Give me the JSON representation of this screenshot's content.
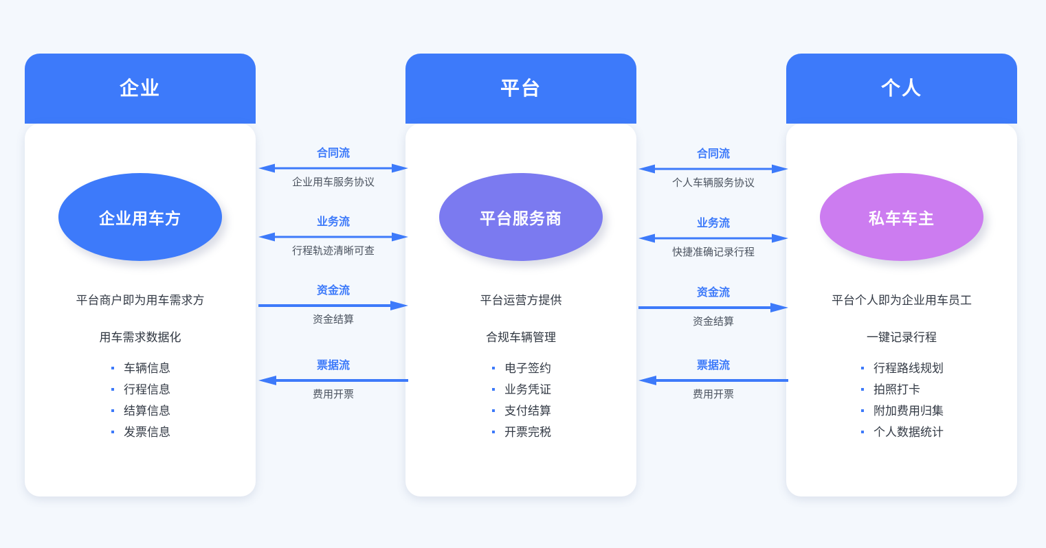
{
  "theme": {
    "background": "#f4f8fd",
    "brand_blue": "#3d7afa",
    "ellipse_enterprise": "#3d7afa",
    "ellipse_platform": "#7b7af0",
    "ellipse_individual": "#cc7cf0",
    "card_white": "#ffffff",
    "bullet_color": "#3d7afa",
    "flow_label_color": "#3d7afa",
    "caption_color": "#4a525e"
  },
  "columns": [
    {
      "id": "enterprise",
      "header": "企业",
      "ellipse_label": "企业用车方",
      "lead": "平台商户即为用车需求方",
      "subtitle": "用车需求数据化",
      "bullets": [
        "车辆信息",
        "行程信息",
        "结算信息",
        "发票信息"
      ]
    },
    {
      "id": "platform",
      "header": "平台",
      "ellipse_label": "平台服务商",
      "lead": "平台运营方提供",
      "subtitle": "合规车辆管理",
      "bullets": [
        "电子签约",
        "业务凭证",
        "支付结算",
        "开票完税"
      ]
    },
    {
      "id": "individual",
      "header": "个人",
      "ellipse_label": "私车车主",
      "lead": "平台个人即为企业用车员工",
      "subtitle": "一键记录行程",
      "bullets": [
        "行程路线规划",
        "拍照打卡",
        "附加费用归集",
        "个人数据统计"
      ]
    }
  ],
  "connectors": {
    "left": {
      "between": "企业 ↔ 平台",
      "flows": [
        {
          "title": "合同流",
          "caption": "企业用车服务协议",
          "direction": "both"
        },
        {
          "title": "业务流",
          "caption": "行程轨迹清晰可查",
          "direction": "both"
        },
        {
          "title": "资金流",
          "caption": "资金结算",
          "direction": "right"
        },
        {
          "title": "票据流",
          "caption": "费用开票",
          "direction": "left"
        }
      ]
    },
    "right": {
      "between": "平台 ↔ 个人",
      "flows": [
        {
          "title": "合同流",
          "caption": "个人车辆服务协议",
          "direction": "both"
        },
        {
          "title": "业务流",
          "caption": "快捷准确记录行程",
          "direction": "both"
        },
        {
          "title": "资金流",
          "caption": "资金结算",
          "direction": "right"
        },
        {
          "title": "票据流",
          "caption": "费用开票",
          "direction": "left"
        }
      ]
    }
  }
}
